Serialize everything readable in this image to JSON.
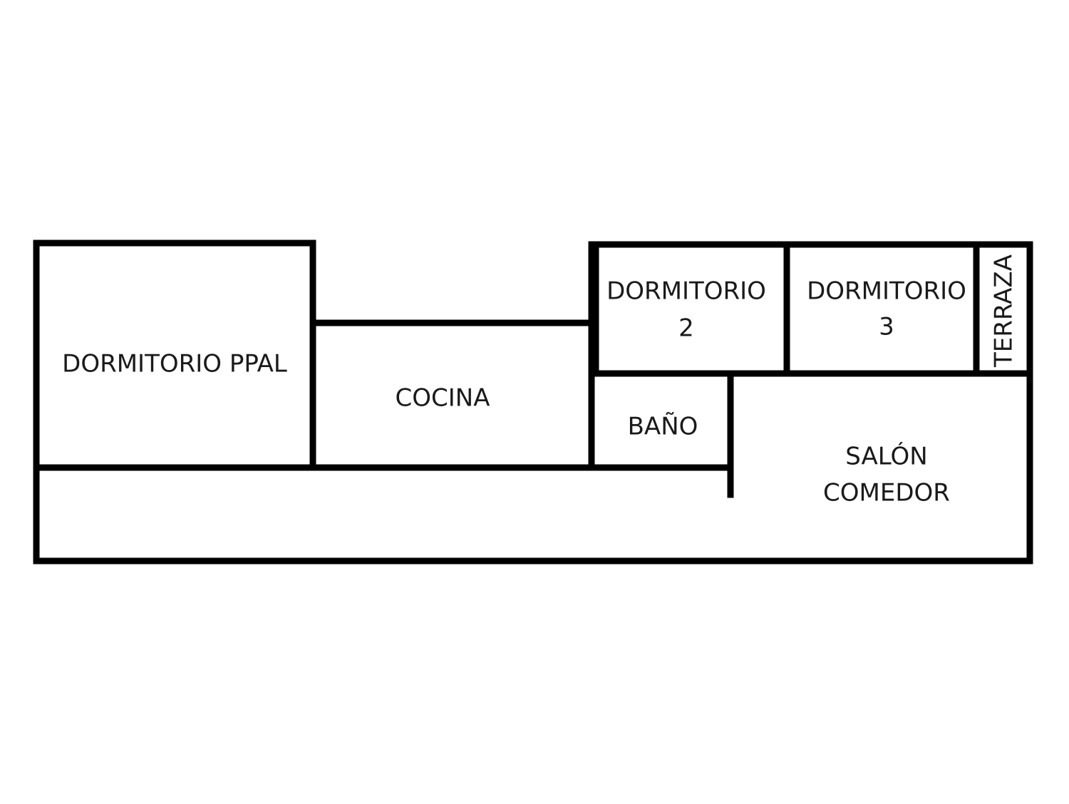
{
  "floorplan": {
    "rooms": {
      "dormitorio_ppal": "DORMITORIO PPAL",
      "cocina": "COCINA",
      "dormitorio_2": {
        "line1": "DORMITORIO",
        "line2": "2"
      },
      "dormitorio_3": {
        "line1": "DORMITORIO",
        "line2": "3"
      },
      "terraza": "TERRAZA",
      "bano": "BAÑO",
      "salon_comedor": {
        "line1": "SALÓN",
        "line2": "COMEDOR"
      }
    },
    "colors": {
      "wall": "#000000",
      "background": "#ffffff",
      "text": "#1a1a1a"
    }
  }
}
